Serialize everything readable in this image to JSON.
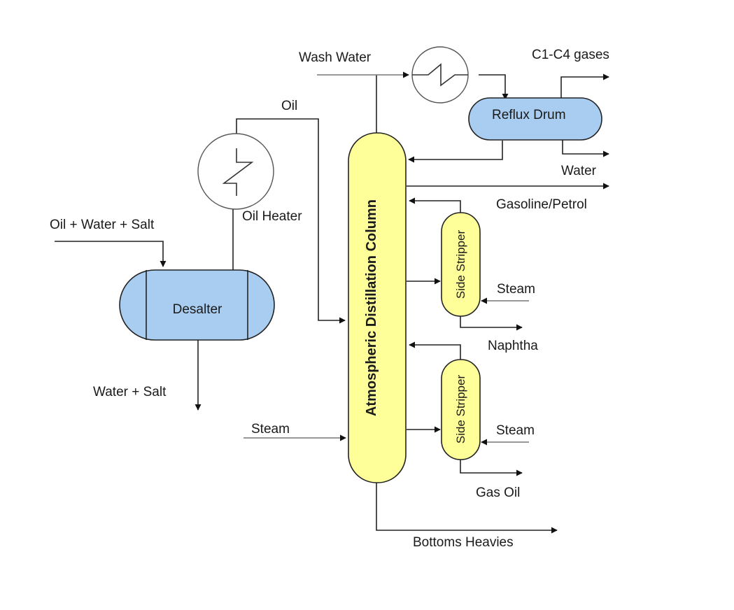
{
  "labels": {
    "wash_water": "Wash Water",
    "c1c4_gases": "C1-C4 gases",
    "oil": "Oil",
    "reflux_drum": "Reflux Drum",
    "water": "Water",
    "gasoline": "Gasoline/Petrol",
    "oil_heater": "Oil Heater",
    "feed": "Oil + Water + Salt",
    "desalter": "Desalter",
    "column": "Atmospheric Distillation Column",
    "side_stripper_1": "Side Stripper",
    "steam_1": "Steam",
    "naphtha": "Naphtha",
    "side_stripper_2": "Side Stripper",
    "steam_2": "Steam",
    "gas_oil": "Gas Oil",
    "water_salt": "Water + Salt",
    "steam_column": "Steam",
    "bottoms": "Bottoms Heavies"
  },
  "colors": {
    "vessel_blue": "#a8cdf0",
    "column_yellow": "#ffff99"
  }
}
